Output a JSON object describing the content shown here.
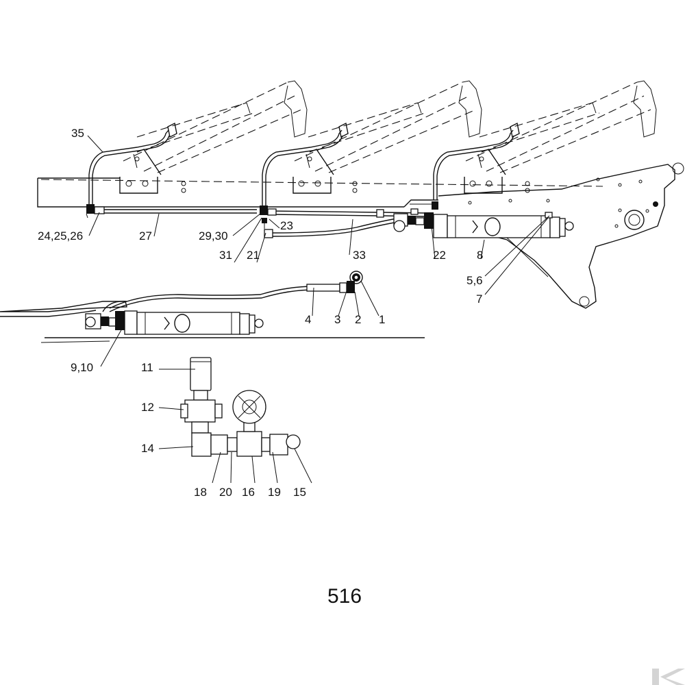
{
  "figure_number": "516",
  "labels": {
    "l35": "35",
    "l24_25_26": "24,25,26",
    "l27": "27",
    "l29_30": "29,30",
    "l23": "23",
    "l31": "31",
    "l21": "21",
    "l33": "33",
    "l22": "22",
    "l8": "8",
    "l5_6": "5,6",
    "l7": "7",
    "l4": "4",
    "l3": "3",
    "l2": "2",
    "l1": "1",
    "l9_10": "9,10",
    "l11": "11",
    "l12": "12",
    "l14": "14",
    "l18": "18",
    "l20": "20",
    "l16": "16",
    "l19": "19",
    "l15": "15"
  },
  "logo": {
    "name": "brand-logo",
    "letter": "K",
    "color": "#cfcfcf"
  }
}
